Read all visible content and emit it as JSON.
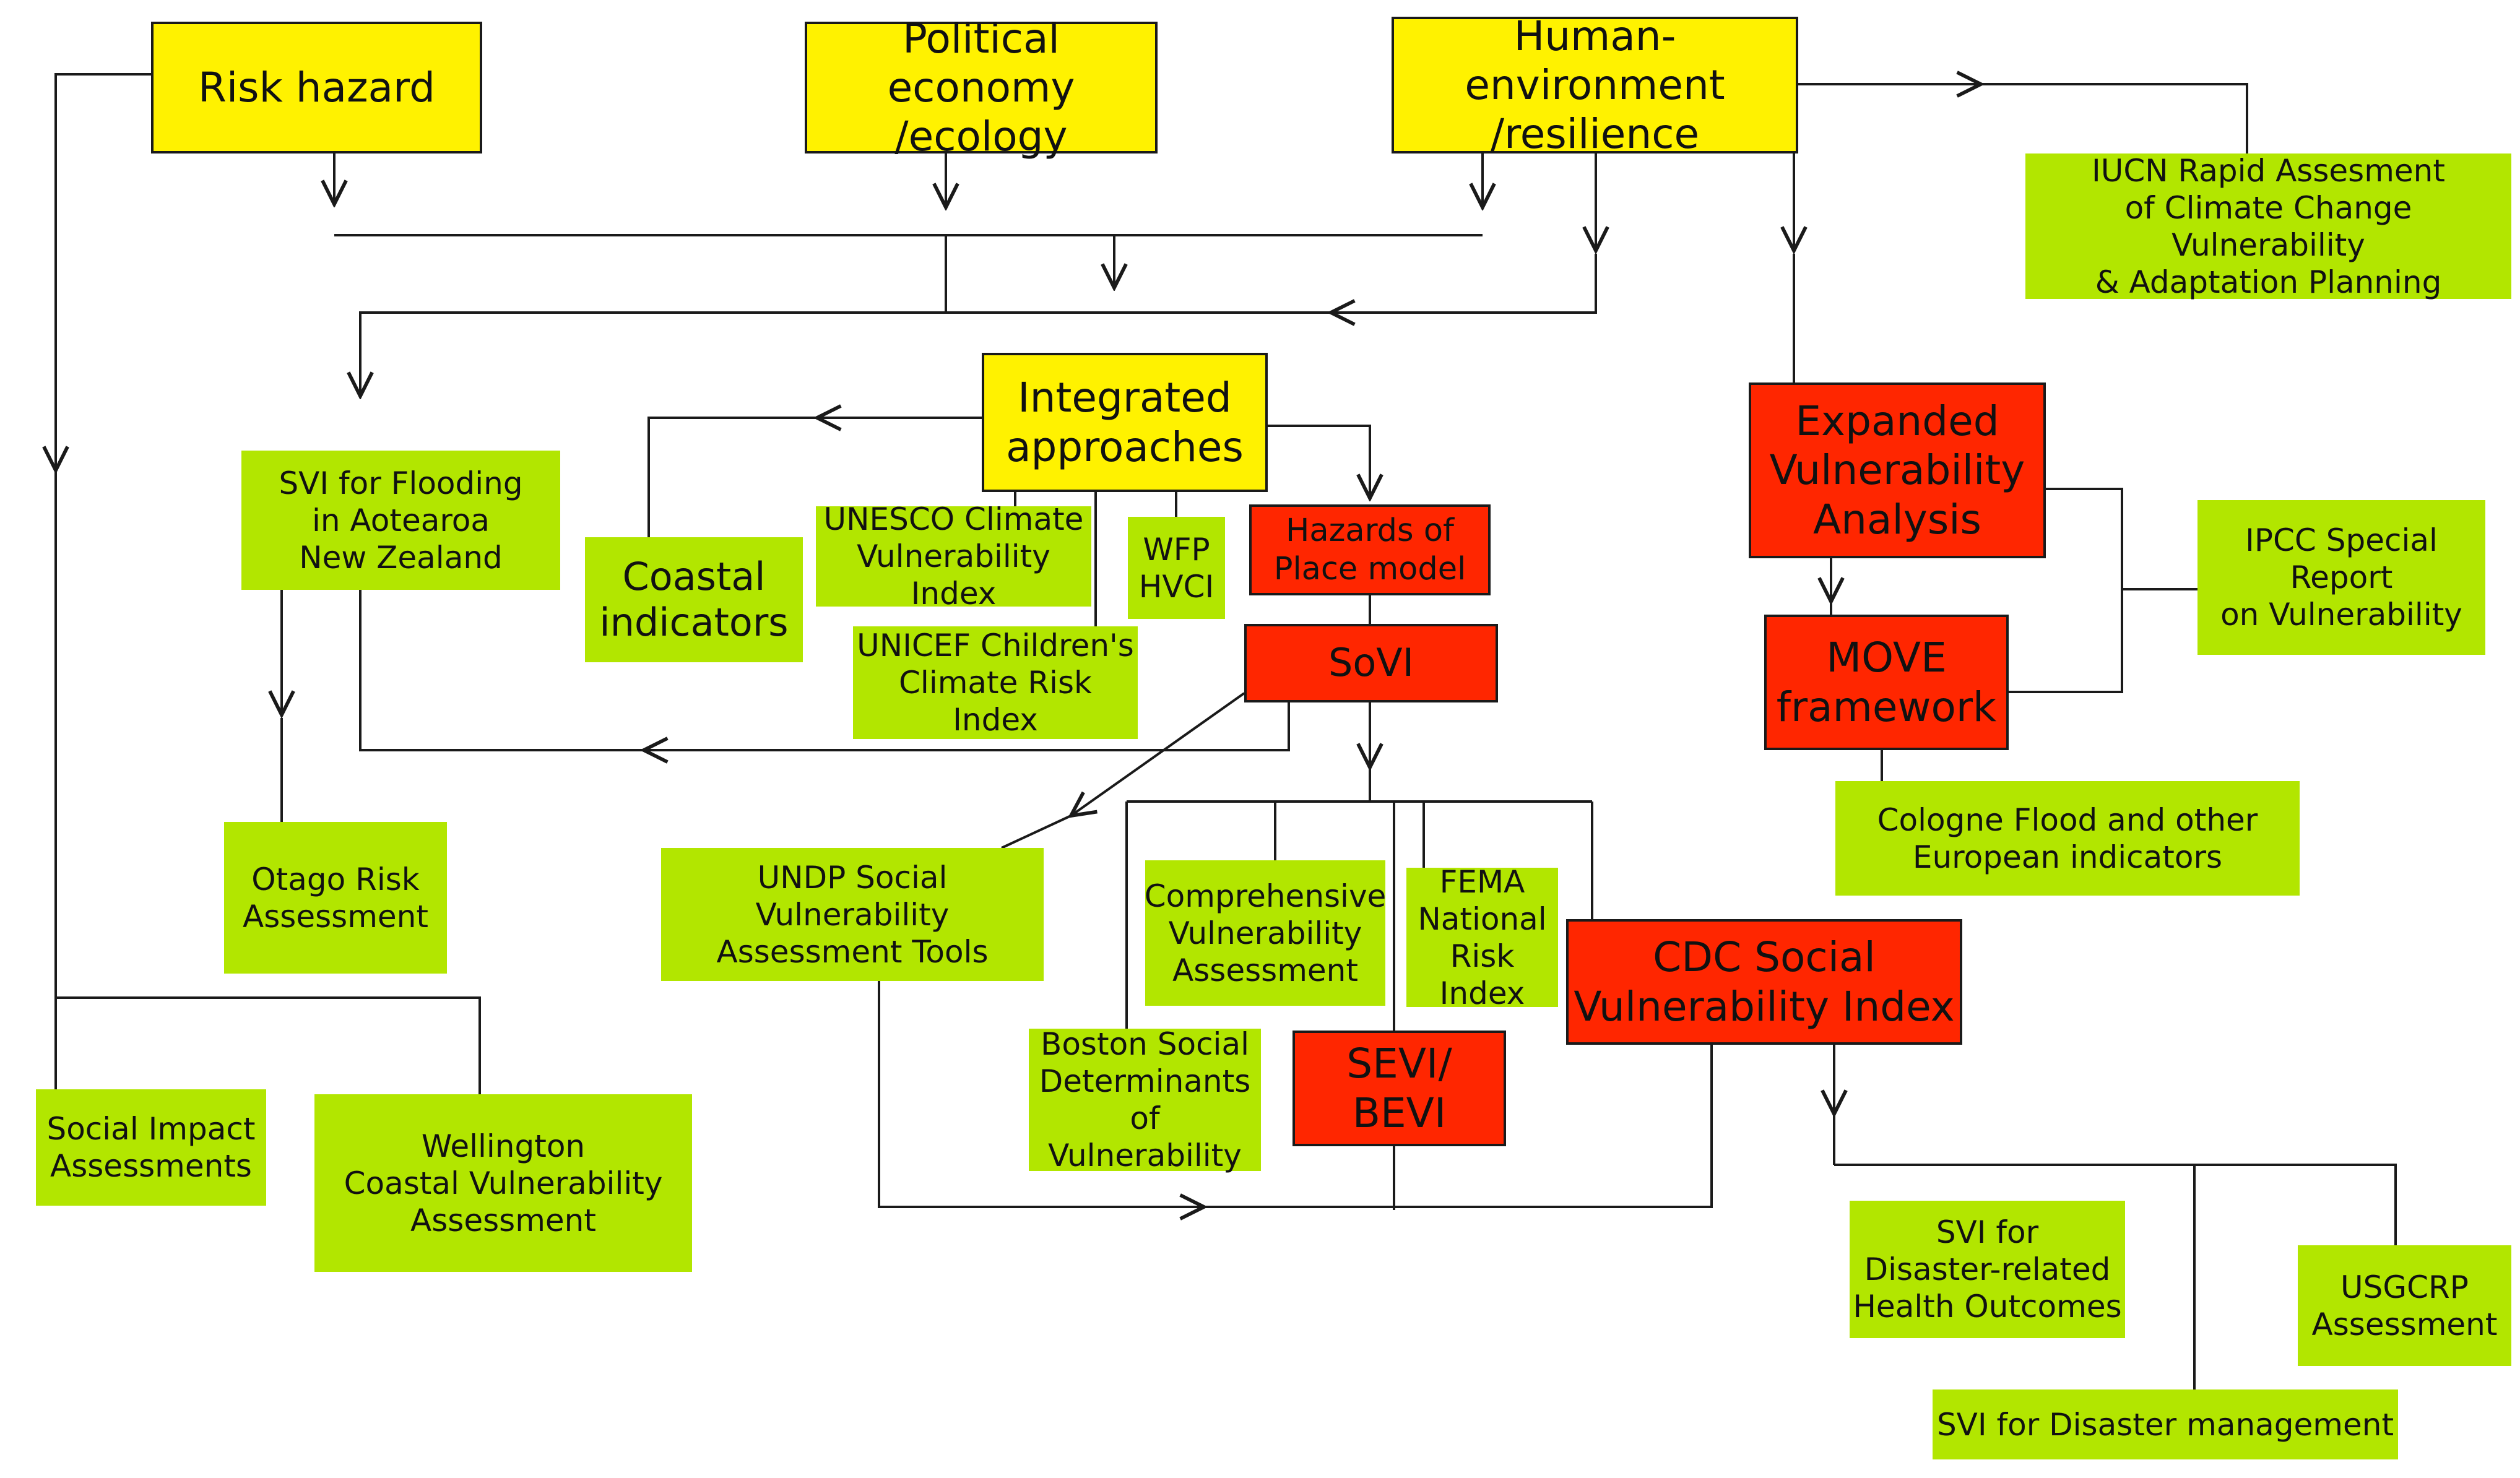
{
  "colors": {
    "framework_fill": "#fff200",
    "analysis_fill": "#ff2600",
    "index_fill": "#b2e600",
    "line": "#1a1a1a"
  },
  "nodes": {
    "risk_hazard": "Risk hazard",
    "political_economy": "Political economy\n/ecology",
    "human_environment": "Human-environment\n/resilience",
    "iucn": "IUCN Rapid Assesment\nof Climate Change Vulnerability\n& Adaptation Planning",
    "integrated": "Integrated\napproaches",
    "svi_flooding": "SVI for Flooding\nin Aotearoa\nNew Zealand",
    "coastal_indicators": "Coastal\nindicators",
    "unesco": "UNESCO Climate\nVulnerability Index",
    "wfp": "WFP\nHVCI",
    "hazards_place": "Hazards of\nPlace model",
    "expanded": "Expanded\nVulnerability\nAnalysis",
    "ipcc": "IPCC Special Report\non Vulnerability",
    "move": "MOVE\nframework",
    "unicef": "UNICEF Children's\nClimate Risk Index",
    "sovi": "SoVI",
    "cologne": "Cologne Flood and other\nEuropean indicators",
    "otago": "Otago Risk\nAssessment",
    "undp": "UNDP Social Vulnerability\nAssessment Tools",
    "comprehensive": "Comprehensive\nVulnerability\nAssessment",
    "fema": "FEMA\nNational\nRisk Index",
    "cdc": "CDC Social\nVulnerability Index",
    "boston": "Boston Social\nDeterminants\nof Vulnerability",
    "sevi": "SEVI/\nBEVI",
    "social_impact": "Social Impact\nAssessments",
    "wellington": "Wellington\nCoastal Vulnerability\nAssessment",
    "svi_health": "SVI for\nDisaster-related\nHealth Outcomes",
    "usgcrp": "USGCRP\nAssessment",
    "svi_disaster": "SVI for Disaster management"
  }
}
